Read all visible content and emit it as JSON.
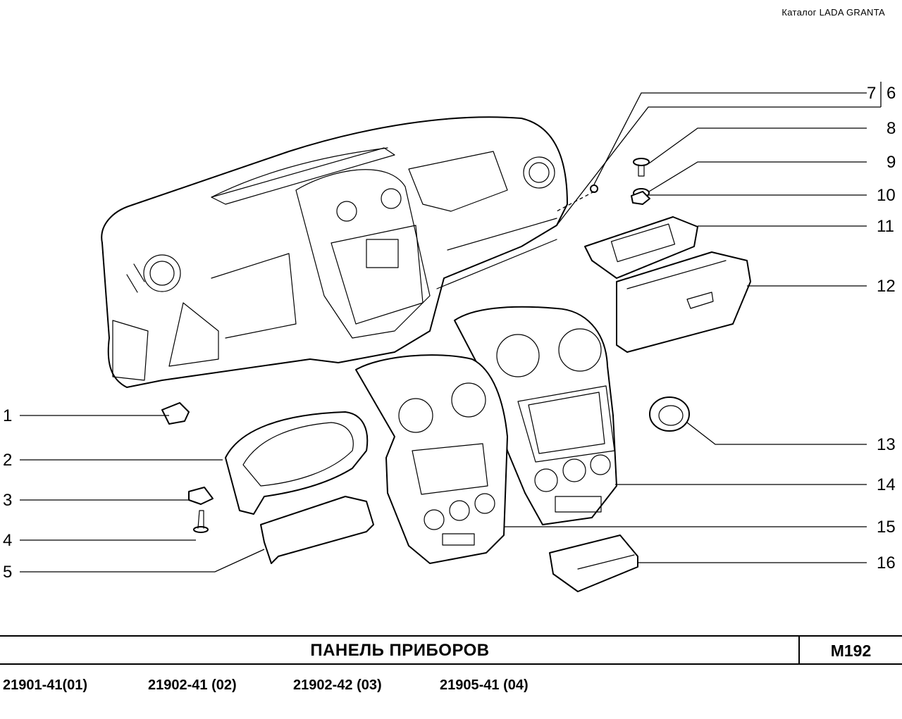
{
  "header": {
    "catalog": "Каталог  LADA  GRANTA"
  },
  "title_block": {
    "title": "ПАНЕЛЬ   ПРИБОРОВ",
    "code": "М192"
  },
  "models": [
    "21901-41(01)",
    "21902-41 (02)",
    "21902-42 (03)",
    "21905-41 (04)"
  ],
  "callouts": [
    "1",
    "2",
    "3",
    "4",
    "5",
    "6",
    "7",
    "8",
    "9",
    "10",
    "11",
    "12",
    "13",
    "14",
    "15",
    "16"
  ]
}
